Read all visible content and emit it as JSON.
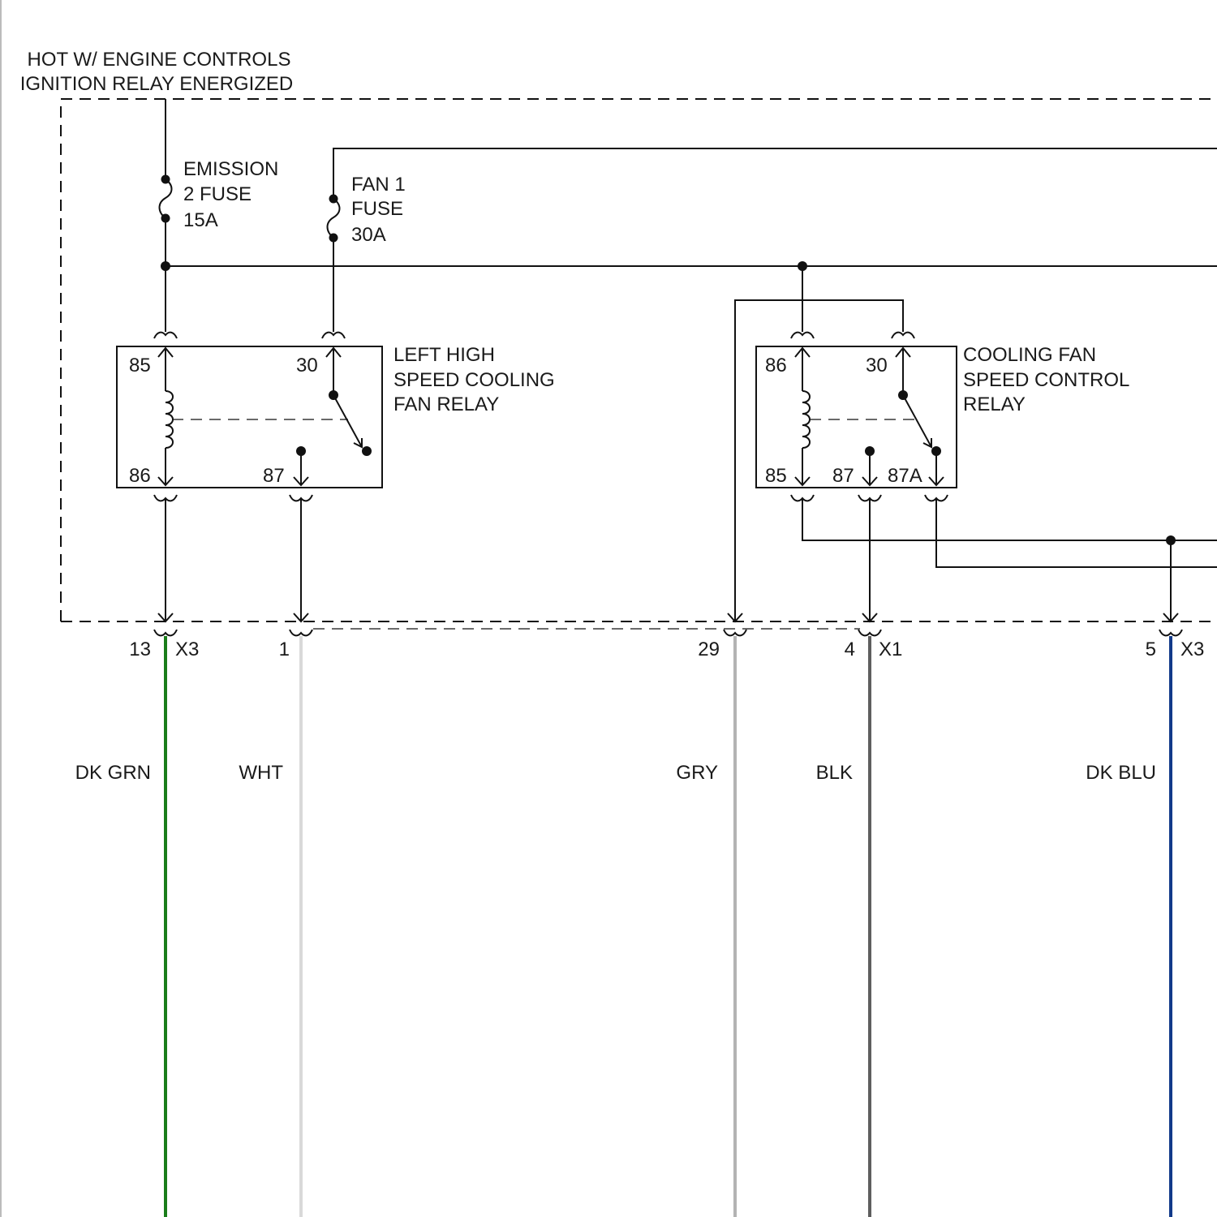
{
  "header": {
    "line1": "HOT W/ ENGINE CONTROLS",
    "line2": "IGNITION RELAY ENERGIZED"
  },
  "fuses": [
    {
      "lines": [
        "EMISSION",
        "2 FUSE",
        "15A"
      ]
    },
    {
      "lines": [
        "FAN 1",
        "FUSE",
        "30A"
      ]
    }
  ],
  "relay_left": {
    "name_lines": [
      "LEFT HIGH",
      "SPEED COOLING",
      "FAN RELAY"
    ],
    "pins": {
      "coil_top": "85",
      "switch_common": "30",
      "coil_bottom": "86",
      "no_contact": "87"
    }
  },
  "relay_right": {
    "name_lines": [
      "COOLING FAN",
      "SPEED CONTROL",
      "RELAY"
    ],
    "pins": {
      "coil_top": "86",
      "switch_common": "30",
      "coil_bottom": "85",
      "no_contact": "87",
      "nc_contact": "87A"
    }
  },
  "connectors": [
    {
      "pin": "13",
      "conn": "X3",
      "color_name": "DK GRN",
      "color": "#1a7d1a"
    },
    {
      "pin": "1",
      "conn": "",
      "color_name": "WHT",
      "color": "#d9d9d9"
    },
    {
      "pin": "29",
      "conn": "",
      "color_name": "GRY",
      "color": "#b3b3b3"
    },
    {
      "pin": "4",
      "conn": "X1",
      "color_name": "BLK",
      "color": "#5e5e5e"
    },
    {
      "pin": "5",
      "conn": "X3",
      "color_name": "DK BLU",
      "color": "#123a8a"
    }
  ]
}
